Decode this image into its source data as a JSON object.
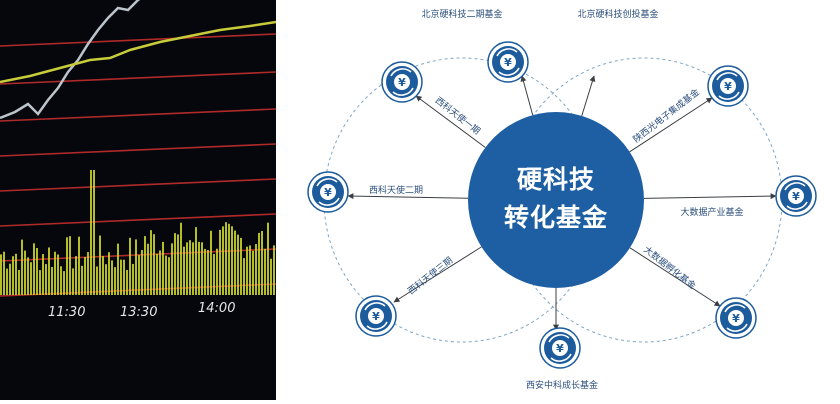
{
  "photo": {
    "time_labels": [
      "11:30",
      "13:30",
      "14:00"
    ],
    "colors": {
      "background": "#05070c",
      "grid": "#b02a2a",
      "price_line": "#bcc4cc",
      "average_line": "#c8cc3a",
      "volume": "#c9d22a"
    }
  },
  "diagram": {
    "center": {
      "line1": "硬科技",
      "line2": "转化基金"
    },
    "nodes": [
      {
        "label": "北京硬科技二期基金"
      },
      {
        "label": "北京硬科技创投基金"
      },
      {
        "label": "陕西光电子集成基金"
      },
      {
        "label": "大数据产业基金"
      },
      {
        "label": "大数据孵化基金"
      },
      {
        "label": "西安中科成长基金"
      },
      {
        "label": "西科天使三期"
      },
      {
        "label": "西科天使二期"
      },
      {
        "label": "西科天使一期"
      }
    ],
    "colors": {
      "primary": "#1c5b9c",
      "circle_fill": "#1e5fa3",
      "dashed": "#7fa6c4",
      "text": "#2a4e7c"
    }
  }
}
